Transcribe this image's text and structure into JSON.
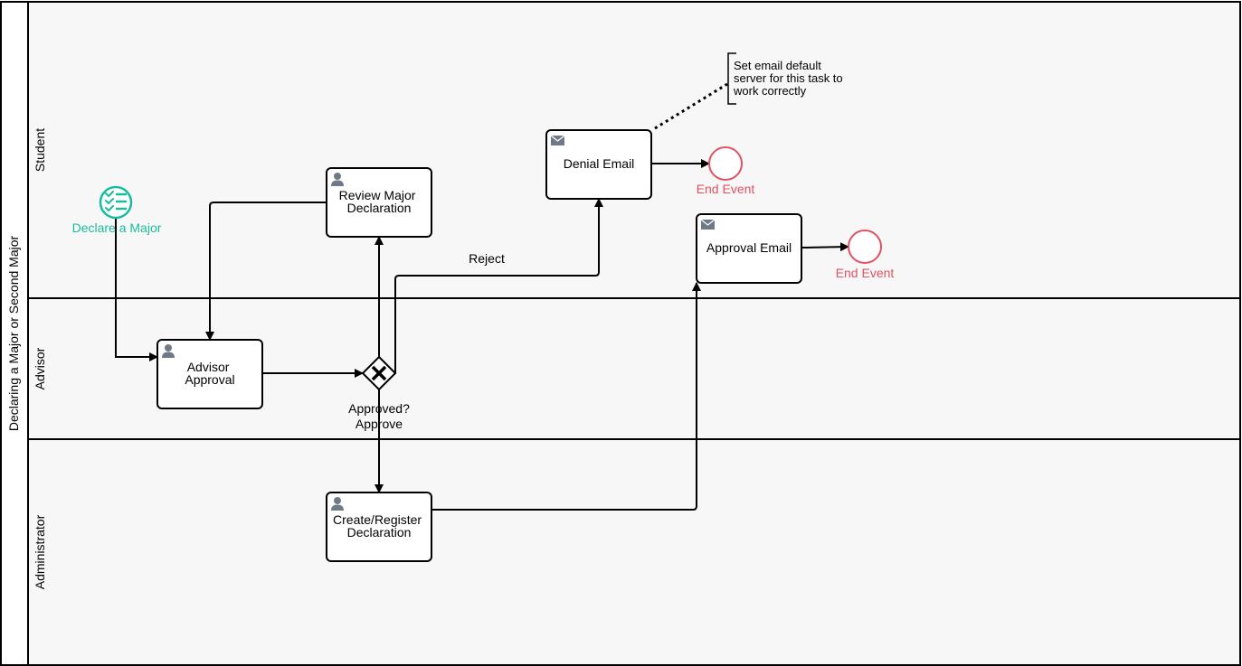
{
  "pool": {
    "label": "Declaring a Major or Second Major"
  },
  "lanes": {
    "student": "Student",
    "advisor": "Advisor",
    "administrator": "Administrator"
  },
  "start_event": {
    "label": "Declare a Major"
  },
  "tasks": {
    "advisor_approval": [
      "Advisor",
      "Approval"
    ],
    "review_major": [
      "Review Major",
      "Declaration"
    ],
    "create_register": [
      "Create/Register",
      "Declaration"
    ],
    "denial_email": [
      "Denial Email"
    ],
    "approval_email": [
      "Approval Email"
    ]
  },
  "gateway": {
    "label": "Approved?"
  },
  "flow_labels": {
    "reject": "Reject",
    "approve": "Approve"
  },
  "end_events": {
    "denial_end": "End Event",
    "approval_end": "End Event"
  },
  "annotation": {
    "lines": [
      "Set email default",
      "server for this task to",
      "work correctly"
    ]
  },
  "colors": {
    "start_event": "#1abc9c",
    "end_event": "#e05263",
    "task_icon": "#707a86",
    "lane_background": "#f7f7f7"
  }
}
